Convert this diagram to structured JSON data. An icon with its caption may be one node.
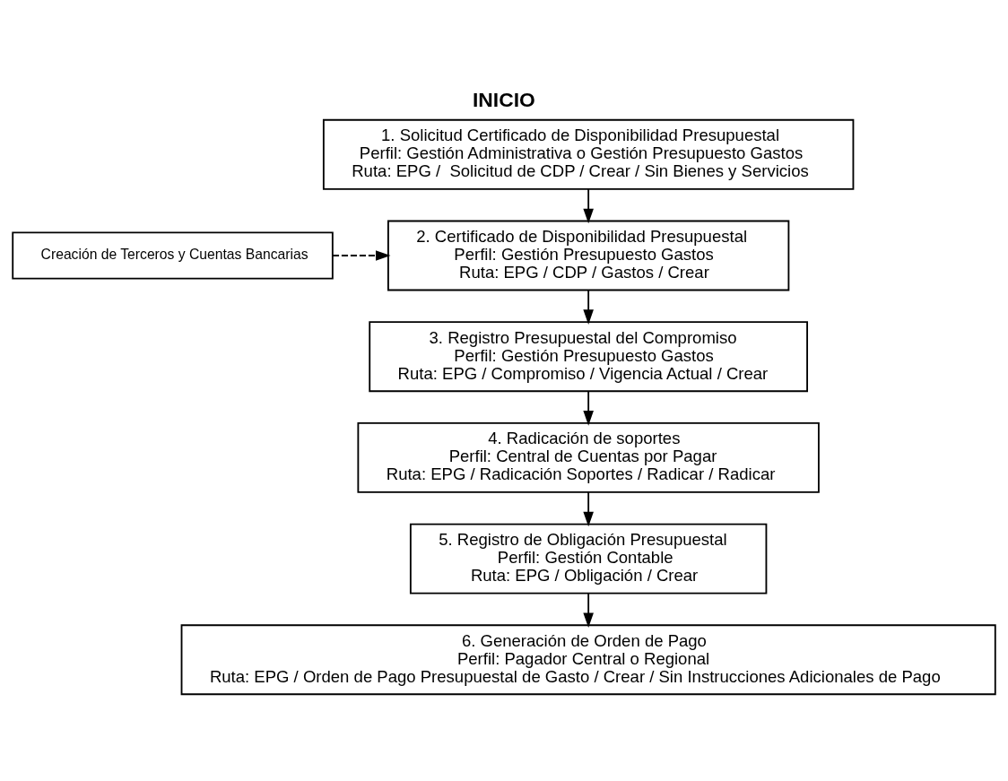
{
  "diagram": {
    "title": "INICIO",
    "nodes": [
      {
        "text": [
          "**1.** Solicitud Certificado de Disponibilidad Presupuestal",
          "**Perfil:** Gestión Administrativa o Gestión Presupuesto Gastos",
          "**Ruta:** EPG /  Solicitud de CDP / Crear / Sin Bienes y Servicios"
        ]
      },
      {
        "text": [
          "Creación de Terceros y Cuentas Bancarias"
        ]
      },
      {
        "text": [
          "**2.** Certificado de Disponibilidad Presupuestal",
          "**Perfil:** Gestión Presupuesto Gastos",
          "**Ruta:** EPG / CDP / Gastos / Crear"
        ]
      },
      {
        "text": [
          "**3.** Registro Presupuestal del Compromiso",
          "**Perfil:** Gestión Presupuesto Gastos",
          "**Ruta:** EPG / Compromiso / Vigencia Actual / Crear"
        ]
      },
      {
        "text": [
          "**4.** Radicación de soportes",
          "**Perfil:** Central de Cuentas por Pagar",
          "**Ruta:** EPG / Radicación Soportes / Radicar / Radicar"
        ]
      },
      {
        "text": [
          "**5.** Registro de Obligación Presupuestal",
          "**Perfil:** Gestión Contable",
          "**Ruta:** EPG / Obligación / Crear"
        ]
      },
      {
        "text": [
          "**6.** Generación de Orden de Pago",
          "**Perfil:** Pagador Central o Regional",
          "**Ruta:** EPG / Orden de Pago Presupuestal de Gasto / Crear / Sin Instrucciones Adicionales de Pago"
        ]
      }
    ],
    "edges": [
      {
        "from": 0,
        "to": 2,
        "arrow": "to"
      },
      {
        "from": 1,
        "to": 2,
        "arrow": "to",
        "style": "dashed"
      },
      {
        "from": 2,
        "to": 3,
        "arrow": "to"
      },
      {
        "from": 3,
        "to": 4,
        "arrow": "to"
      },
      {
        "from": 4,
        "to": 5,
        "arrow": "to"
      },
      {
        "from": 5,
        "to": 6,
        "arrow": "to"
      }
    ]
  }
}
